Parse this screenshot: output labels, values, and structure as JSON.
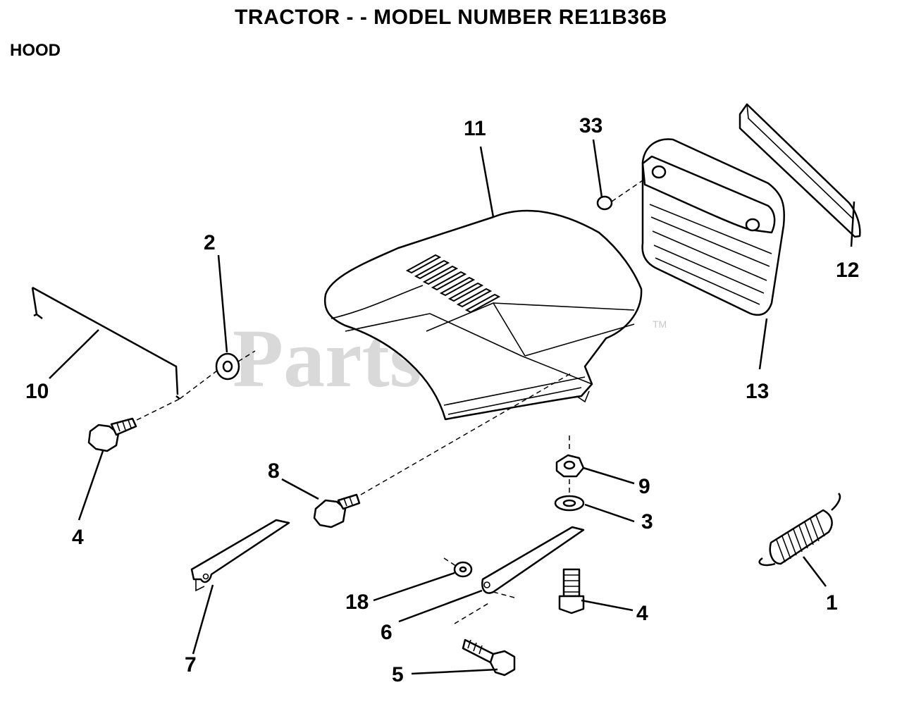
{
  "header": {
    "title": "TRACTOR - - MODEL NUMBER RE11B36B",
    "section": "HOOD"
  },
  "watermark": {
    "text": "PartsTree",
    "trademark": "TM"
  },
  "callouts": [
    {
      "id": "11",
      "label": "11"
    },
    {
      "id": "33",
      "label": "33"
    },
    {
      "id": "12",
      "label": "12"
    },
    {
      "id": "13",
      "label": "13"
    },
    {
      "id": "2",
      "label": "2"
    },
    {
      "id": "10",
      "label": "10"
    },
    {
      "id": "4a",
      "label": "4"
    },
    {
      "id": "8",
      "label": "8"
    },
    {
      "id": "9",
      "label": "9"
    },
    {
      "id": "3",
      "label": "3"
    },
    {
      "id": "4b",
      "label": "4"
    },
    {
      "id": "1",
      "label": "1"
    },
    {
      "id": "18",
      "label": "18"
    },
    {
      "id": "6",
      "label": "6"
    },
    {
      "id": "7",
      "label": "7"
    },
    {
      "id": "5",
      "label": "5"
    }
  ]
}
